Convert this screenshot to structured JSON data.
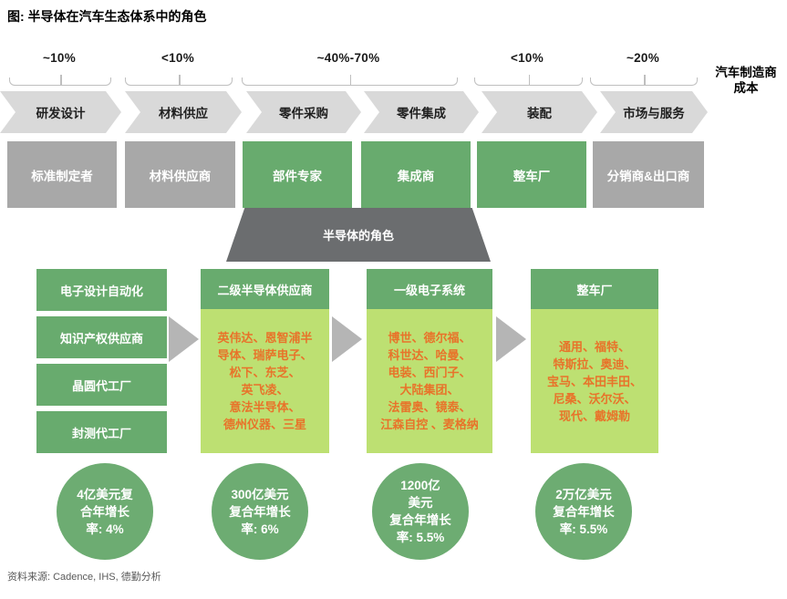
{
  "title": "图: 半导体在汽车生态体系中的角色",
  "cost_label_lines": [
    "汽车制造商",
    "成本"
  ],
  "percents": [
    "~10%",
    "<10%",
    "~40%-70%",
    "<10%",
    "~20%"
  ],
  "chain_steps": [
    "研发设计",
    "材料供应",
    "零件采购",
    "零件集成",
    "装配",
    "市场与服务"
  ],
  "roles": [
    "标准制定者",
    "材料供应商",
    "部件专家",
    "集成商",
    "整车厂",
    "分销商&出口商"
  ],
  "semiconductor_banner": "半导体的角色",
  "ecosystem_stack": [
    "电子设计自动化",
    "知识产权供应商",
    "晶圆代工厂",
    "封测代工厂"
  ],
  "columns": [
    {
      "header": "二级半导体供应商",
      "companies_lines": [
        "英伟达、恩智浦半",
        "导体、瑞萨电子、",
        "松下、东芝、",
        "英飞凌、",
        "意法半导体、",
        "德州仪器、三星"
      ]
    },
    {
      "header": "一级电子系统",
      "companies_lines": [
        "博世、德尔福、",
        "科世达、哈曼、",
        "电装、西门子、",
        "大陆集团、",
        "法雷奥、镜泰、",
        "江森自控 、麦格纳"
      ]
    },
    {
      "header": "整车厂",
      "companies_lines": [
        "通用、福特、",
        "特斯拉、奥迪、",
        "宝马、本田丰田、",
        "尼桑、沃尔沃、",
        "现代、戴姆勒"
      ]
    }
  ],
  "market_circles": [
    {
      "lines": [
        "4亿美元复",
        "合年增长",
        "率: 4%"
      ]
    },
    {
      "lines": [
        "300亿美元",
        "复合年增长",
        "率: 6%"
      ]
    },
    {
      "lines": [
        "1200亿",
        "美元",
        "复合年增长",
        "率: 5.5%"
      ]
    },
    {
      "lines": [
        "2万亿美元",
        "复合年增长",
        "率: 5.5%"
      ]
    }
  ],
  "source": "资料来源: Cadence, IHS, 德勤分析",
  "colors": {
    "green": "#68ab6e",
    "light_green": "#bde072",
    "gray_box": "#a8a8a8",
    "chevron_gray": "#d9d9d9",
    "trapezoid_gray": "#6b6d6f",
    "arrow_gray": "#b5b5b5",
    "company_orange": "#e8732a"
  }
}
